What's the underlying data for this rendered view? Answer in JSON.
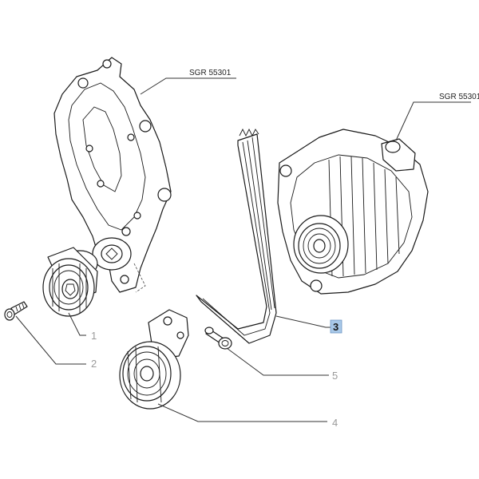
{
  "references": {
    "bracket_ref": "SGR 55301",
    "alternator_ref": "SGR 55301"
  },
  "callouts": {
    "tensioner_pulley": "1",
    "tensioner_screw": "2",
    "belt": "3",
    "idler_pulley": "4",
    "idler_bolt": "5"
  },
  "colors": {
    "highlight_box": "#a8c8e8",
    "line": "#1a1a1a",
    "callout_text": "#9a9a9a"
  }
}
